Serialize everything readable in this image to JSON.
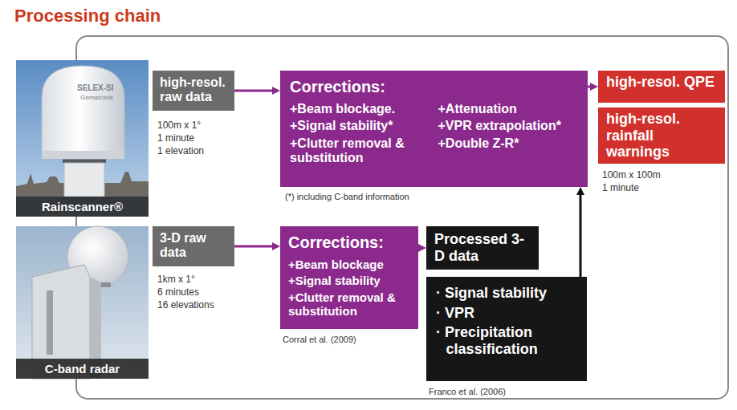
{
  "diagram": {
    "title": "Processing chain",
    "nodes": [
      {
        "text": [
          "Rainscanner®"
        ]
      },
      {
        "text": [
          "high-resol. raw data"
        ]
      },
      {
        "text": [
          "Corrections:",
          "+Beam blockage.",
          "+Signal stability*",
          "+Clutter removal & substitution",
          "+Attenuation",
          "+VPR extrapolation*",
          "+Double Z-R*"
        ]
      },
      {
        "text": [
          "high-resol. QPE"
        ]
      },
      {
        "text": [
          "high-resol. rainfall warnings"
        ]
      },
      {
        "text": [
          "C-band radar"
        ]
      },
      {
        "text": [
          "3-D raw data"
        ]
      },
      {
        "text": [
          "Corrections:",
          "+Beam blockage",
          "+Signal stability",
          "+Clutter removal & substitution"
        ]
      },
      {
        "text": [
          "Processed 3-D data"
        ]
      },
      {
        "text": [
          "· Signal stability",
          "· VPR",
          "· Precipitation classification"
        ]
      }
    ],
    "edges": [
      {
        "from": 1,
        "to": 2,
        "arrow": "to"
      },
      {
        "from": 2,
        "to": 3,
        "arrow": "to"
      },
      {
        "from": 6,
        "to": 7,
        "arrow": "to"
      },
      {
        "from": 7,
        "to": 8,
        "arrow": "to"
      },
      {
        "from": 9,
        "to": 2,
        "arrow": "to"
      }
    ],
    "labels": [
      "SELEX-SI",
      "Gematronik",
      "100m x 1°",
      "1 minute",
      "1 elevation",
      "(*) including C-band information",
      "100m x 100m",
      "1 minute",
      "1km x 1°",
      "6 minutes",
      "16 elevations",
      "Corral et al. (2009)",
      "Franco et al. (2006)"
    ]
  }
}
